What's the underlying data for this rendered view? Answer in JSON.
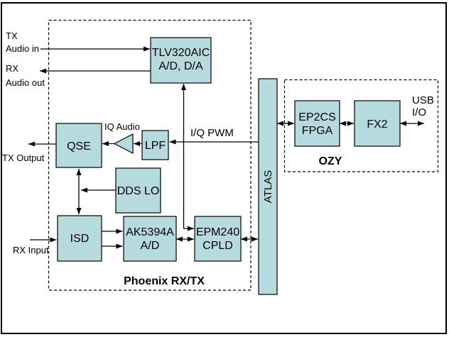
{
  "colors": {
    "block_fill": "#b5dbdf",
    "line_color": "#000000",
    "background": "#ffffff"
  },
  "blocks": {
    "tlv320aic": {
      "line1": "TLV320AIC",
      "line2": "A/D, D/A"
    },
    "qse": {
      "label": "QSE"
    },
    "lpf": {
      "label": "LPF"
    },
    "dds_lo": {
      "label": "DDS LO"
    },
    "isd": {
      "label": "ISD"
    },
    "ak5394a": {
      "line1": "AK5394A",
      "line2": "A/D"
    },
    "epm240": {
      "line1": "EPM240",
      "line2": "CPLD"
    },
    "atlas": {
      "label": "ATLAS"
    },
    "ep2cs": {
      "line1": "EP2CS",
      "line2": "FPGA"
    },
    "fx2": {
      "label": "FX2"
    }
  },
  "labels": {
    "tx_audio_line1": "TX",
    "tx_audio_line2": "Audio in",
    "rx_audio_line1": "RX",
    "rx_audio_line2": "Audio out",
    "tx_output": "TX Output",
    "rx_input": "RX Input",
    "iq_audio": "IQ Audio",
    "iq_pwm": "I/Q PWM",
    "usb_line1": "USB",
    "usb_line2": "I/O",
    "ozy": "OZY",
    "phoenix": "Phoenix RX/TX"
  }
}
